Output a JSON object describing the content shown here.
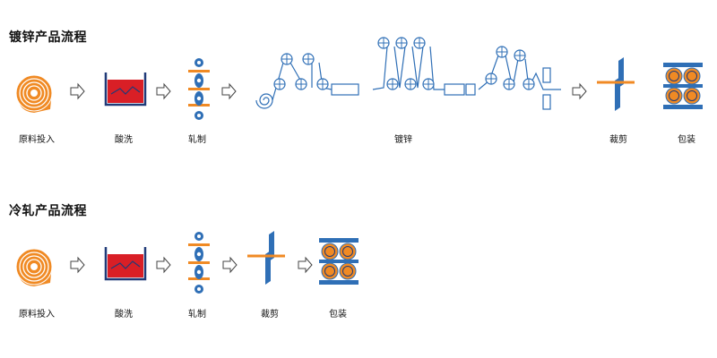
{
  "sections": [
    {
      "title": "镀锌产品流程",
      "steps": [
        "原料投入",
        "酸洗",
        "轧制",
        "镀锌",
        "裁剪",
        "包装"
      ]
    },
    {
      "title": "冷轧产品流程",
      "steps": [
        "原料投入",
        "酸洗",
        "轧制",
        "裁剪",
        "包装"
      ]
    }
  ],
  "colors": {
    "orange": "#f08a24",
    "blue": "#2f6fb6",
    "light_blue": "#5aa7e0",
    "red": "#d91f26",
    "outline": "#203a78"
  }
}
